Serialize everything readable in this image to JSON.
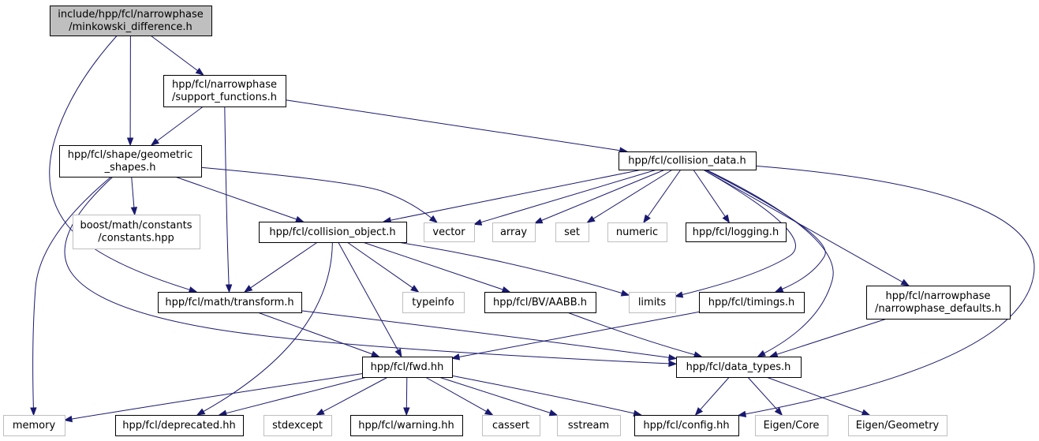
{
  "diagram": {
    "nodes": [
      {
        "id": "minkowski",
        "style": "root",
        "lines": [
          "include/hpp/fcl/narrowphase",
          "/minkowski_difference.h"
        ]
      },
      {
        "id": "support",
        "style": "dark",
        "lines": [
          "hpp/fcl/narrowphase",
          "/support_functions.h"
        ]
      },
      {
        "id": "geometric",
        "style": "dark",
        "lines": [
          "hpp/fcl/shape/geometric",
          "_shapes.h"
        ]
      },
      {
        "id": "collision_data",
        "style": "dark",
        "lines": [
          "hpp/fcl/collision_data.h"
        ]
      },
      {
        "id": "boost",
        "style": "light",
        "lines": [
          "boost/math/constants",
          "/constants.hpp"
        ]
      },
      {
        "id": "collision_object",
        "style": "dark",
        "lines": [
          "hpp/fcl/collision_object.h"
        ]
      },
      {
        "id": "vector",
        "style": "light",
        "lines": [
          "vector"
        ]
      },
      {
        "id": "array",
        "style": "light",
        "lines": [
          "array"
        ]
      },
      {
        "id": "set",
        "style": "light",
        "lines": [
          "set"
        ]
      },
      {
        "id": "numeric",
        "style": "light",
        "lines": [
          "numeric"
        ]
      },
      {
        "id": "logging",
        "style": "dark",
        "lines": [
          "hpp/fcl/logging.h"
        ]
      },
      {
        "id": "transform",
        "style": "dark",
        "lines": [
          "hpp/fcl/math/transform.h"
        ]
      },
      {
        "id": "typeinfo",
        "style": "light",
        "lines": [
          "typeinfo"
        ]
      },
      {
        "id": "aabb",
        "style": "dark",
        "lines": [
          "hpp/fcl/BV/AABB.h"
        ]
      },
      {
        "id": "limits",
        "style": "light",
        "lines": [
          "limits"
        ]
      },
      {
        "id": "timings",
        "style": "dark",
        "lines": [
          "hpp/fcl/timings.h"
        ]
      },
      {
        "id": "np_defaults",
        "style": "dark",
        "lines": [
          "hpp/fcl/narrowphase",
          "/narrowphase_defaults.h"
        ]
      },
      {
        "id": "fwd",
        "style": "dark",
        "lines": [
          "hpp/fcl/fwd.hh"
        ]
      },
      {
        "id": "data_types",
        "style": "dark",
        "lines": [
          "hpp/fcl/data_types.h"
        ]
      },
      {
        "id": "memory",
        "style": "light",
        "lines": [
          "memory"
        ]
      },
      {
        "id": "deprecated",
        "style": "dark",
        "lines": [
          "hpp/fcl/deprecated.hh"
        ]
      },
      {
        "id": "stdexcept",
        "style": "light",
        "lines": [
          "stdexcept"
        ]
      },
      {
        "id": "warning",
        "style": "dark",
        "lines": [
          "hpp/fcl/warning.hh"
        ]
      },
      {
        "id": "cassert",
        "style": "light",
        "lines": [
          "cassert"
        ]
      },
      {
        "id": "sstream",
        "style": "light",
        "lines": [
          "sstream"
        ]
      },
      {
        "id": "config",
        "style": "dark",
        "lines": [
          "hpp/fcl/config.hh"
        ]
      },
      {
        "id": "eigen_core",
        "style": "light",
        "lines": [
          "Eigen/Core"
        ]
      },
      {
        "id": "eigen_geometry",
        "style": "light",
        "lines": [
          "Eigen/Geometry"
        ]
      }
    ],
    "edges": [
      [
        "minkowski",
        "support"
      ],
      [
        "minkowski",
        "geometric"
      ],
      [
        "minkowski",
        "transform"
      ],
      [
        "support",
        "geometric"
      ],
      [
        "support",
        "collision_data"
      ],
      [
        "support",
        "transform"
      ],
      [
        "geometric",
        "boost"
      ],
      [
        "geometric",
        "collision_object"
      ],
      [
        "geometric",
        "vector"
      ],
      [
        "geometric",
        "memory"
      ],
      [
        "geometric",
        "data_types"
      ],
      [
        "collision_data",
        "collision_object"
      ],
      [
        "collision_data",
        "vector"
      ],
      [
        "collision_data",
        "array"
      ],
      [
        "collision_data",
        "set"
      ],
      [
        "collision_data",
        "numeric"
      ],
      [
        "collision_data",
        "logging"
      ],
      [
        "collision_data",
        "limits"
      ],
      [
        "collision_data",
        "timings"
      ],
      [
        "collision_data",
        "np_defaults"
      ],
      [
        "collision_data",
        "data_types"
      ],
      [
        "collision_data",
        "config"
      ],
      [
        "collision_object",
        "transform"
      ],
      [
        "collision_object",
        "typeinfo"
      ],
      [
        "collision_object",
        "aabb"
      ],
      [
        "collision_object",
        "limits"
      ],
      [
        "collision_object",
        "fwd"
      ],
      [
        "collision_object",
        "deprecated"
      ],
      [
        "transform",
        "fwd"
      ],
      [
        "transform",
        "data_types"
      ],
      [
        "aabb",
        "data_types"
      ],
      [
        "timings",
        "fwd"
      ],
      [
        "np_defaults",
        "data_types"
      ],
      [
        "fwd",
        "memory"
      ],
      [
        "fwd",
        "deprecated"
      ],
      [
        "fwd",
        "stdexcept"
      ],
      [
        "fwd",
        "warning"
      ],
      [
        "fwd",
        "cassert"
      ],
      [
        "fwd",
        "sstream"
      ],
      [
        "fwd",
        "config"
      ],
      [
        "data_types",
        "config"
      ],
      [
        "data_types",
        "eigen_core"
      ],
      [
        "data_types",
        "eigen_geometry"
      ]
    ]
  }
}
